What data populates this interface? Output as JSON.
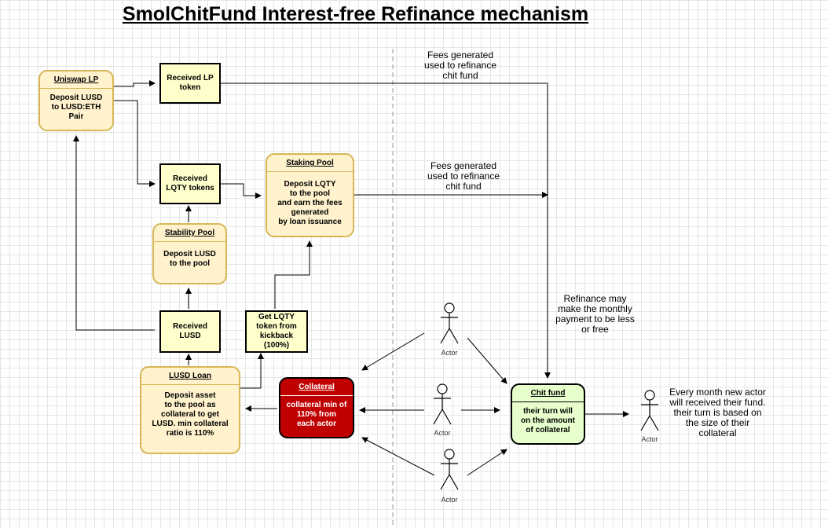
{
  "title": "SmolChitFund Interest-free Refinance mechanism",
  "nodes": {
    "uniswap_lp": {
      "header": "Uniswap LP",
      "lines": [
        "Deposit LUSD",
        "to LUSD:ETH",
        "Pair"
      ]
    },
    "received_lp": {
      "lines": [
        "Received LP",
        "token"
      ]
    },
    "received_lqty": {
      "lines": [
        "Received",
        "LQTY tokens"
      ]
    },
    "staking_pool": {
      "header": "Staking Pool",
      "lines": [
        "Deposit LQTY",
        "to the pool",
        "and earn the fees",
        "generated",
        "by loan issuance"
      ]
    },
    "stability_pool": {
      "header": "Stability Pool",
      "lines": [
        "Deposit LUSD",
        "to the pool"
      ]
    },
    "received_lusd": {
      "lines": [
        "Received",
        "LUSD"
      ]
    },
    "get_lqty": {
      "lines": [
        "Get LQTY",
        "token from",
        "kickback",
        "(100%)"
      ]
    },
    "lusd_loan": {
      "header": "LUSD Loan",
      "lines": [
        "Deposit asset",
        "to the pool as",
        "collateral to get",
        "LUSD. min collateral",
        "ratio is 110%"
      ]
    },
    "collateral": {
      "header": "Collateral",
      "lines": [
        "collateral min of",
        "110% from",
        "each actor"
      ]
    },
    "chit_fund": {
      "header": "Chit fund",
      "lines": [
        "their turn will",
        "on the amount",
        "of collateral"
      ]
    }
  },
  "notes": {
    "fees_lp": [
      "Fees generated",
      "used to refinance",
      "chit fund"
    ],
    "fees_staking": [
      "Fees generated",
      "used to refinance",
      "chit fund"
    ],
    "refinance": [
      "Refinance may",
      "make the monthly",
      "payment to be less",
      "or free"
    ],
    "every_month": [
      "Every month new actor",
      "will received their fund.",
      "their turn is based on",
      "the size of their",
      "collateral"
    ]
  },
  "actors": {
    "top": "Actor",
    "middle": "Actor",
    "bottom": "Actor",
    "right": "Actor"
  },
  "colors": {
    "yellow_fill": "#ffffcc",
    "pool_fill": "#fff2cc",
    "pool_border": "#d6b656",
    "collateral_fill": "#c00000",
    "chit_fill": "#e6ffcc"
  }
}
